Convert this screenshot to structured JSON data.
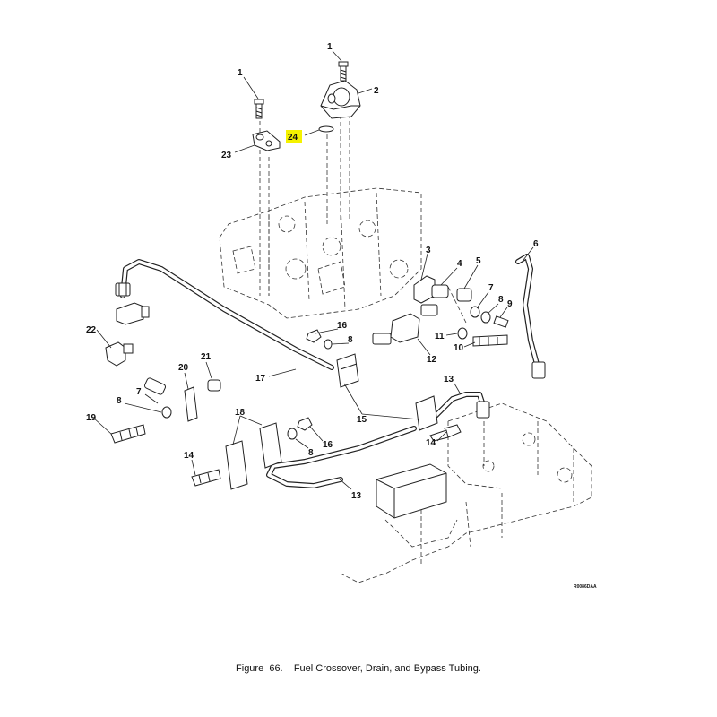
{
  "figure": {
    "caption": "Figure  66.    Fuel Crossover, Drain, and Bypass Tubing.",
    "drawing_id": "R0086DAA",
    "highlight_color": "#f5f200",
    "callouts": [
      {
        "id": "c1a",
        "label": "1"
      },
      {
        "id": "c1b",
        "label": "1"
      },
      {
        "id": "c2",
        "label": "2"
      },
      {
        "id": "c24",
        "label": "24",
        "highlighted": true
      },
      {
        "id": "c23",
        "label": "23"
      },
      {
        "id": "c3",
        "label": "3"
      },
      {
        "id": "c4",
        "label": "4"
      },
      {
        "id": "c5",
        "label": "5"
      },
      {
        "id": "c6",
        "label": "6"
      },
      {
        "id": "c7a",
        "label": "7"
      },
      {
        "id": "c8a",
        "label": "8"
      },
      {
        "id": "c9",
        "label": "9"
      },
      {
        "id": "c11",
        "label": "11"
      },
      {
        "id": "c10",
        "label": "10"
      },
      {
        "id": "c12",
        "label": "12"
      },
      {
        "id": "c16a",
        "label": "16"
      },
      {
        "id": "c8b",
        "label": "8"
      },
      {
        "id": "c22",
        "label": "22"
      },
      {
        "id": "c17",
        "label": "17"
      },
      {
        "id": "c20",
        "label": "20"
      },
      {
        "id": "c21",
        "label": "21"
      },
      {
        "id": "c7b",
        "label": "7"
      },
      {
        "id": "c8c",
        "label": "8"
      },
      {
        "id": "c19",
        "label": "19"
      },
      {
        "id": "c18",
        "label": "18"
      },
      {
        "id": "c8d",
        "label": "8"
      },
      {
        "id": "c16b",
        "label": "16"
      },
      {
        "id": "c15",
        "label": "15"
      },
      {
        "id": "c13a",
        "label": "13"
      },
      {
        "id": "c14a",
        "label": "14"
      },
      {
        "id": "c14b",
        "label": "14"
      },
      {
        "id": "c13b",
        "label": "13"
      }
    ]
  }
}
